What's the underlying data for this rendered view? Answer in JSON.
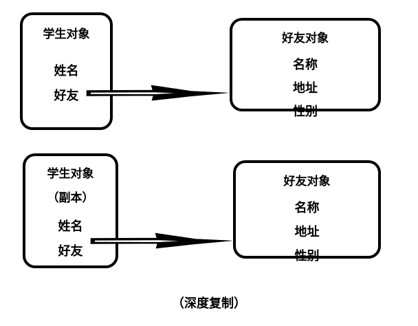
{
  "diagram": {
    "caption": "（深度复制）",
    "stroke_color": "#000000",
    "background_color": "#ffffff",
    "rows": [
      {
        "id": "row-original",
        "source": {
          "title": "学生对象",
          "subtitle": "",
          "fields": [
            "姓名",
            "好友"
          ]
        },
        "arrow": {
          "style": "hollow-block-arrow",
          "direction": "right",
          "label": ""
        },
        "target": {
          "title": "好友对象",
          "fields": [
            "名称",
            "地址",
            "性别"
          ]
        }
      },
      {
        "id": "row-copy",
        "source": {
          "title": "学生对象",
          "subtitle": "（副本）",
          "fields": [
            "姓名",
            "好友"
          ]
        },
        "arrow": {
          "style": "hollow-block-arrow",
          "direction": "right",
          "label": ""
        },
        "target": {
          "title": "好友对象",
          "fields": [
            "名称",
            "地址",
            "性别"
          ]
        }
      }
    ]
  }
}
